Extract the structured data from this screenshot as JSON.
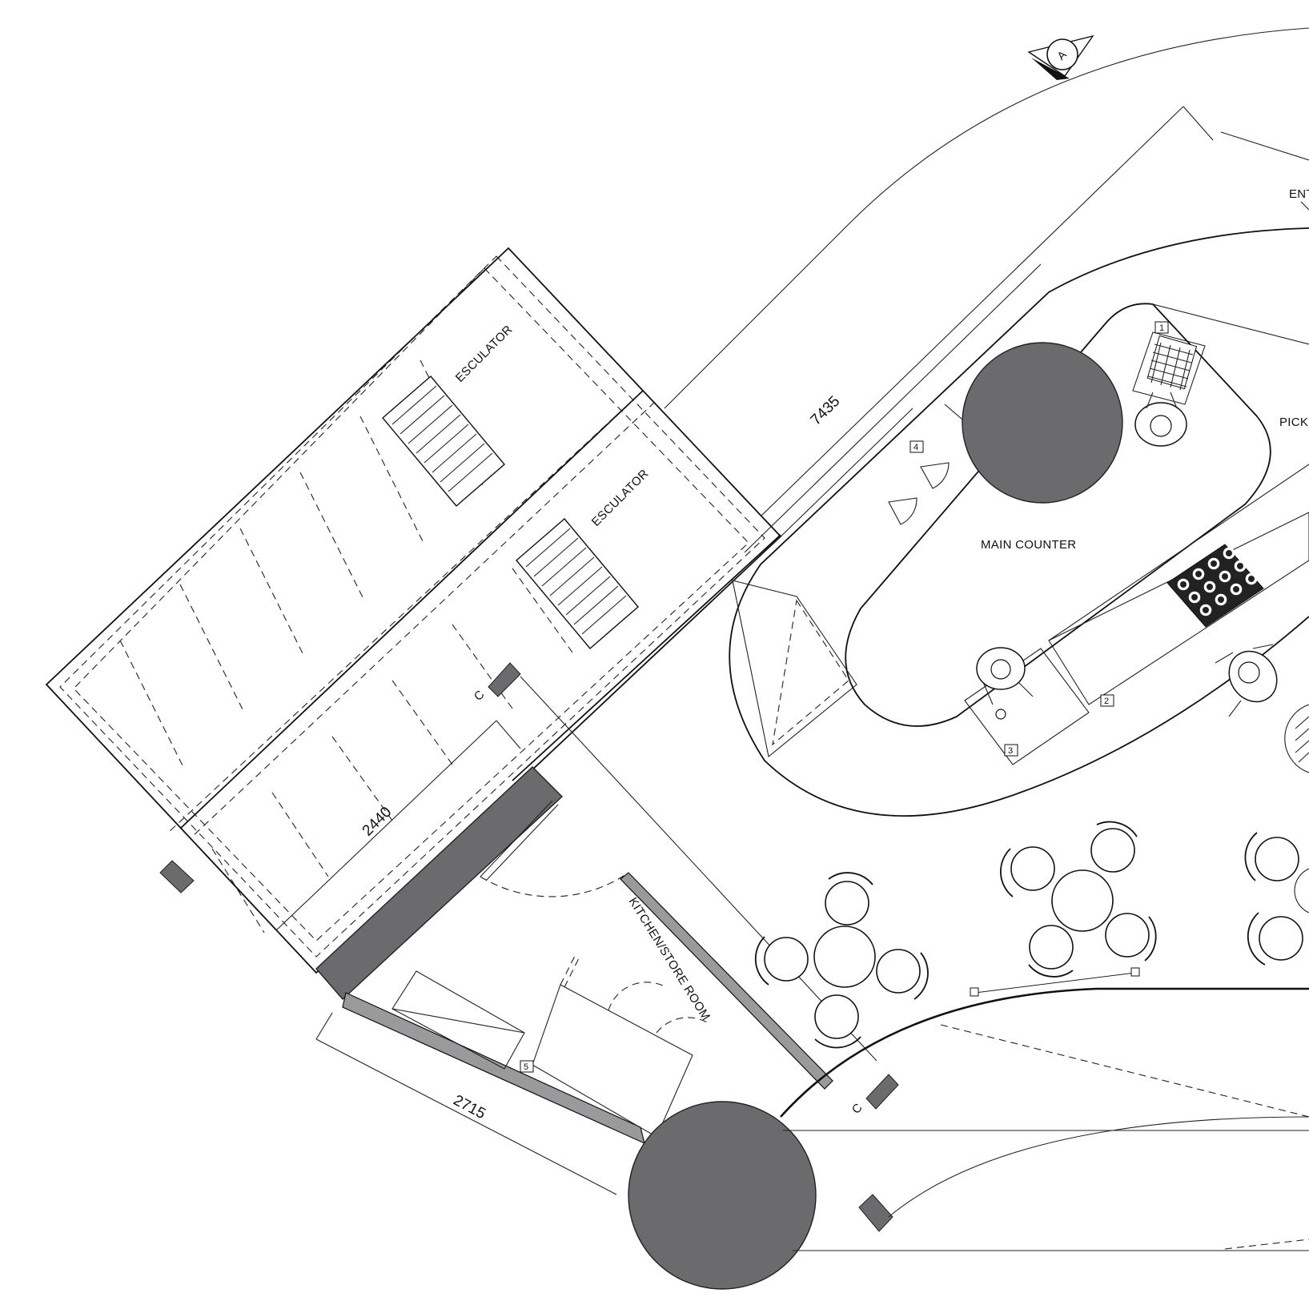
{
  "labels": {
    "escalator_1": "ESCULATOR",
    "escalator_2": "ESCULATOR",
    "main_counter": "MAIN COUNTER",
    "kitchen_store": "KITCHEN/STORE ROOM",
    "pick": "PICK",
    "entry": "ENT"
  },
  "dimensions": {
    "dim_7435": "7435",
    "dim_2440": "2440",
    "dim_2715": "2715"
  },
  "markers": {
    "section_a": "A",
    "section_c_top": "C",
    "section_c_bottom": "C",
    "tag_1": "1",
    "tag_2": "2",
    "tag_3": "3",
    "tag_4": "4",
    "tag_5": "5"
  },
  "colors": {
    "column_fill": "#6b6b6e",
    "line": "#111111",
    "background": "#ffffff"
  }
}
